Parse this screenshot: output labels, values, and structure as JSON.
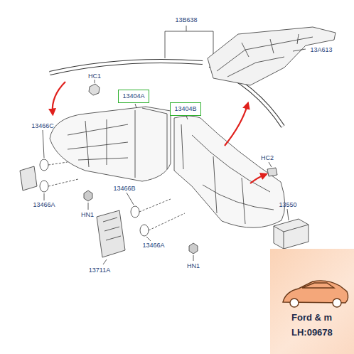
{
  "diagram": {
    "nodes": [
      {
        "text": [
          "13404A"
        ]
      },
      {
        "text": [
          "13404B"
        ]
      },
      {
        "text": [
          "Ford & m",
          "LH:09678"
        ]
      }
    ],
    "labels": [
      "13B638",
      "13A613",
      "HC1",
      "13466C",
      "HC2",
      "13466B",
      "13466A",
      "HN1",
      "13550",
      "13711A",
      "13466A",
      "HN1"
    ]
  }
}
